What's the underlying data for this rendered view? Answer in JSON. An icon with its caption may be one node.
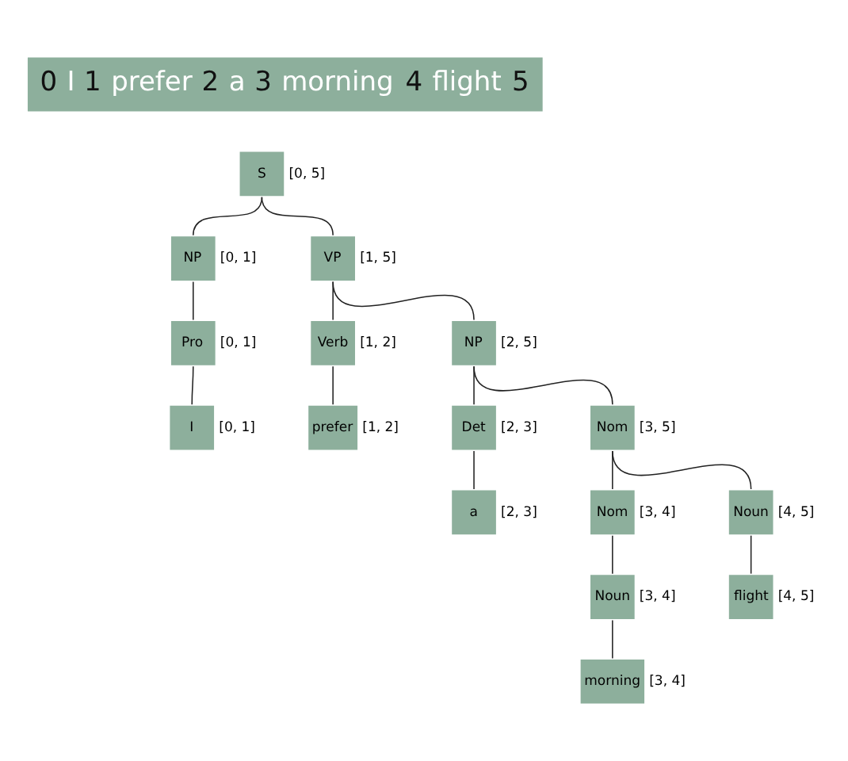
{
  "diagram": {
    "nodes": [
      {
        "text": [
          "0 I 1 prefer 2 a 3 morning 4 flight 5"
        ]
      },
      {
        "text": [
          "S"
        ],
        "beside": [
          "[0, 5]"
        ]
      },
      {
        "text": [
          "NP"
        ],
        "beside": [
          "[0, 1]"
        ]
      },
      {
        "text": [
          "VP"
        ],
        "beside": [
          "[1, 5]"
        ]
      },
      {
        "text": [
          "Pro"
        ],
        "beside": [
          "[0, 1]"
        ]
      },
      {
        "text": [
          "Verb"
        ],
        "beside": [
          "[1, 2]"
        ]
      },
      {
        "text": [
          "NP"
        ],
        "beside": [
          "[2, 5]"
        ]
      },
      {
        "text": [
          "I"
        ],
        "beside": [
          "[0, 1]"
        ]
      },
      {
        "text": [
          "prefer"
        ],
        "beside": [
          "[1, 2]"
        ]
      },
      {
        "text": [
          "Det"
        ],
        "beside": [
          "[2, 3]"
        ]
      },
      {
        "text": [
          "Nom"
        ],
        "beside": [
          "[3, 5]"
        ]
      },
      {
        "text": [
          "a"
        ],
        "beside": [
          "[2, 3]"
        ]
      },
      {
        "text": [
          "Nom"
        ],
        "beside": [
          "[3, 4]"
        ]
      },
      {
        "text": [
          "Noun"
        ],
        "beside": [
          "[4, 5]"
        ]
      },
      {
        "text": [
          "Noun"
        ],
        "beside": [
          "[3, 4]"
        ]
      },
      {
        "text": [
          "flight"
        ],
        "beside": [
          "[4, 5]"
        ]
      },
      {
        "text": [
          "morning"
        ],
        "beside": [
          "[3, 4]"
        ]
      }
    ],
    "edges": [
      {
        "from": 1,
        "to": 2,
        "arrow": "none"
      },
      {
        "from": 1,
        "to": 3,
        "arrow": "none"
      },
      {
        "from": 2,
        "to": 4,
        "arrow": "none"
      },
      {
        "from": 4,
        "to": 7,
        "arrow": "none"
      },
      {
        "from": 3,
        "to": 5,
        "arrow": "none"
      },
      {
        "from": 3,
        "to": 6,
        "arrow": "none"
      },
      {
        "from": 5,
        "to": 8,
        "arrow": "none"
      },
      {
        "from": 6,
        "to": 9,
        "arrow": "none"
      },
      {
        "from": 6,
        "to": 10,
        "arrow": "none"
      },
      {
        "from": 9,
        "to": 11,
        "arrow": "none"
      },
      {
        "from": 10,
        "to": 12,
        "arrow": "none"
      },
      {
        "from": 10,
        "to": 13,
        "arrow": "none"
      },
      {
        "from": 12,
        "to": 14,
        "arrow": "none"
      },
      {
        "from": 13,
        "to": 15,
        "arrow": "none"
      },
      {
        "from": 14,
        "to": 16,
        "arrow": "none"
      }
    ]
  }
}
